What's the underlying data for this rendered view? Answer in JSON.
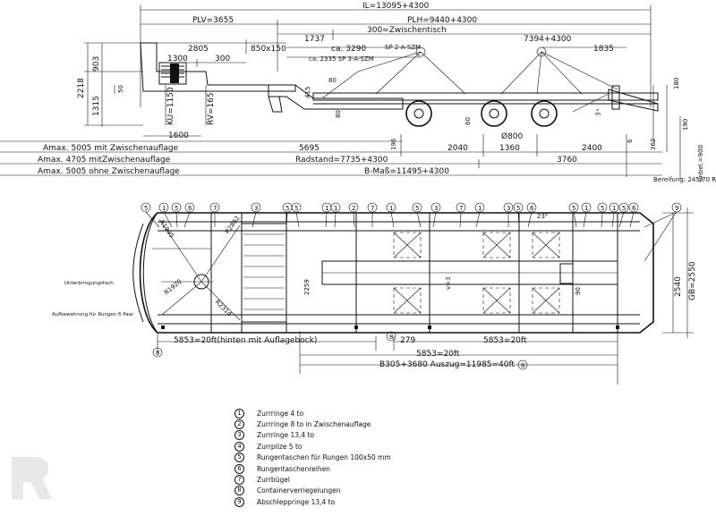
{
  "side_view": {
    "overall": "IL=13095+4300",
    "plv": "PLV=3655",
    "plh": "PLH=9440+4300",
    "zwischentisch": "300=Zwischentisch",
    "d1737": "1737",
    "d7394": "7394+4300",
    "ca3290": "ca. 3290",
    "sp2": "SP 2-A-SZM",
    "ca2335": "ca. 2335 SP 3-A-SZM",
    "d2805": "2805",
    "d850": "850x150",
    "d1835": "1835",
    "d1300": "1300",
    "d300": "300",
    "d903": "903",
    "d2218": "2218",
    "d1315": "1315",
    "d50": "50",
    "ku": "KU=1150",
    "rv": "RV=165",
    "d80": "80",
    "d415": "415",
    "d80b": "80",
    "d1600": "1600",
    "d180": "180",
    "d190": "190",
    "d60": "60",
    "d6": "6",
    "d5": "5°",
    "o800": "Ø800",
    "d196": "196",
    "d362": "362",
    "d5695": "5695",
    "d2040": "2040",
    "d1360": "1360",
    "d2400": "2400",
    "d3760": "3760",
    "amax1": "Amax. 5005 mit Zwischenauflage",
    "amax2": "Amax. 4705 mitZwischenauflage",
    "amax3": "Amax. 5005 ohne Zwischenauflage",
    "radstand": "Radstand=7735+4300",
    "bmass": "B-Maß=11495+4300",
    "unbel": "unbel.=900",
    "bereifung": "Bereifung: 245/70 R"
  },
  "top_view": {
    "top_callouts": [
      "5",
      "1",
      "5",
      "6",
      "7",
      "3",
      "5",
      "5",
      "1",
      "1",
      "2",
      "7",
      "1",
      "5",
      "3",
      "7",
      "1",
      "3",
      "5",
      "6",
      "5",
      "1",
      "5",
      "1",
      "5",
      "6",
      "9"
    ],
    "r1995": "R1995",
    "r2862": "R2862",
    "r1920": "R1920",
    "r2314": "R2314",
    "d23": "23°",
    "unterbringung": "Unterbringungsfach",
    "aufbewahrung": "Aufbewahrung für Rungen 6 Paar",
    "d2259": "2259",
    "d90": "90",
    "v3": "v=3",
    "d2540": "2540",
    "gb": "GB=2550",
    "dim_hinten": "5853=20ft(hinten mit Auflagebock)",
    "d279": "279",
    "dim_5853a": "5853=20ft",
    "dim_5853b": "5853=20ft",
    "dim_b305": "B305+3680 Auszug=11985=40ft",
    "c8a": "8",
    "c8b": "8",
    "c8c": "8"
  },
  "legend": [
    {
      "num": "1",
      "text": "Zurrringe 4 to"
    },
    {
      "num": "2",
      "text": "Zurrringe 8 to in Zwischenauflage"
    },
    {
      "num": "3",
      "text": "Zurrringe 13,4 to"
    },
    {
      "num": "4",
      "text": "Zurrpilze 5 to"
    },
    {
      "num": "5",
      "text": "Rungentaschen für Rungen 100x50 mm"
    },
    {
      "num": "6",
      "text": "Rungentaschenreihen"
    },
    {
      "num": "7",
      "text": "Zurrbügel"
    },
    {
      "num": "8",
      "text": "Containerverriegelungen"
    },
    {
      "num": "9",
      "text": "Abschleppringe 13,4 to"
    }
  ],
  "colors": {
    "line": "#111111",
    "background": "#ffffff",
    "watermark": "#e8e8e8"
  }
}
